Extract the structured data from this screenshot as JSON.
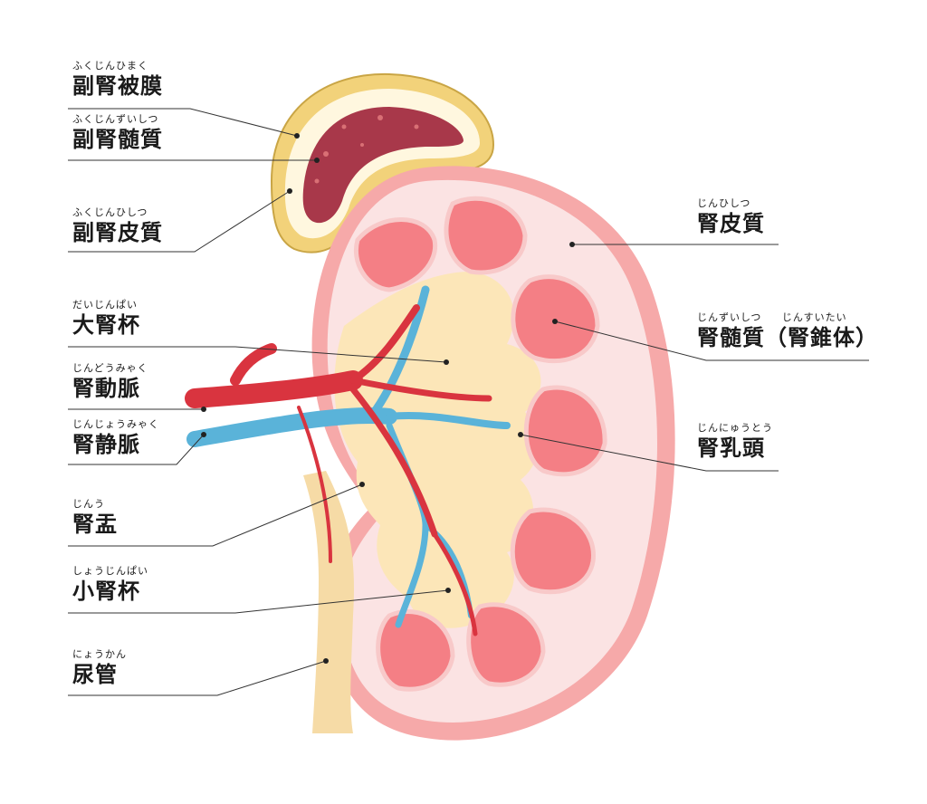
{
  "labels": {
    "adrenal_capsule": {
      "text": "副腎被膜",
      "furigana": "ふくじんひまく"
    },
    "adrenal_medulla": {
      "text": "副腎髄質",
      "furigana": "ふくじんずいしつ"
    },
    "adrenal_cortex": {
      "text": "副腎皮質",
      "furigana": "ふくじんひしつ"
    },
    "major_calyx": {
      "text": "大腎杯",
      "furigana": "だいじんぱい"
    },
    "renal_artery": {
      "text": "腎動脈",
      "furigana": "じんどうみゃく"
    },
    "renal_vein": {
      "text": "腎静脈",
      "furigana": "じんじょうみゃく"
    },
    "renal_pelvis": {
      "text": "腎盂",
      "furigana": "じんう"
    },
    "minor_calyx": {
      "text": "小腎杯",
      "furigana": "しょうじんぱい"
    },
    "ureter": {
      "text": "尿管",
      "furigana": "にょうかん"
    },
    "renal_cortex": {
      "text": "腎皮質",
      "furigana": "じんひしつ"
    },
    "renal_medulla": {
      "text": "腎髄質（腎錐体）",
      "furigana": "じんずいしつ",
      "furigana2": "じんすいたい"
    },
    "renal_papilla": {
      "text": "腎乳頭",
      "furigana": "じんにゅうとう"
    }
  },
  "colors": {
    "capsule": "#f6a9a9",
    "cortex": "#fbe3e3",
    "pyramid": "#f47f85",
    "pelvis": "#fce6b8",
    "artery": "#d9343f",
    "vein": "#5ab3d9",
    "adrenal_outer": "#f2d27a",
    "adrenal_medulla": "#a8384a"
  }
}
